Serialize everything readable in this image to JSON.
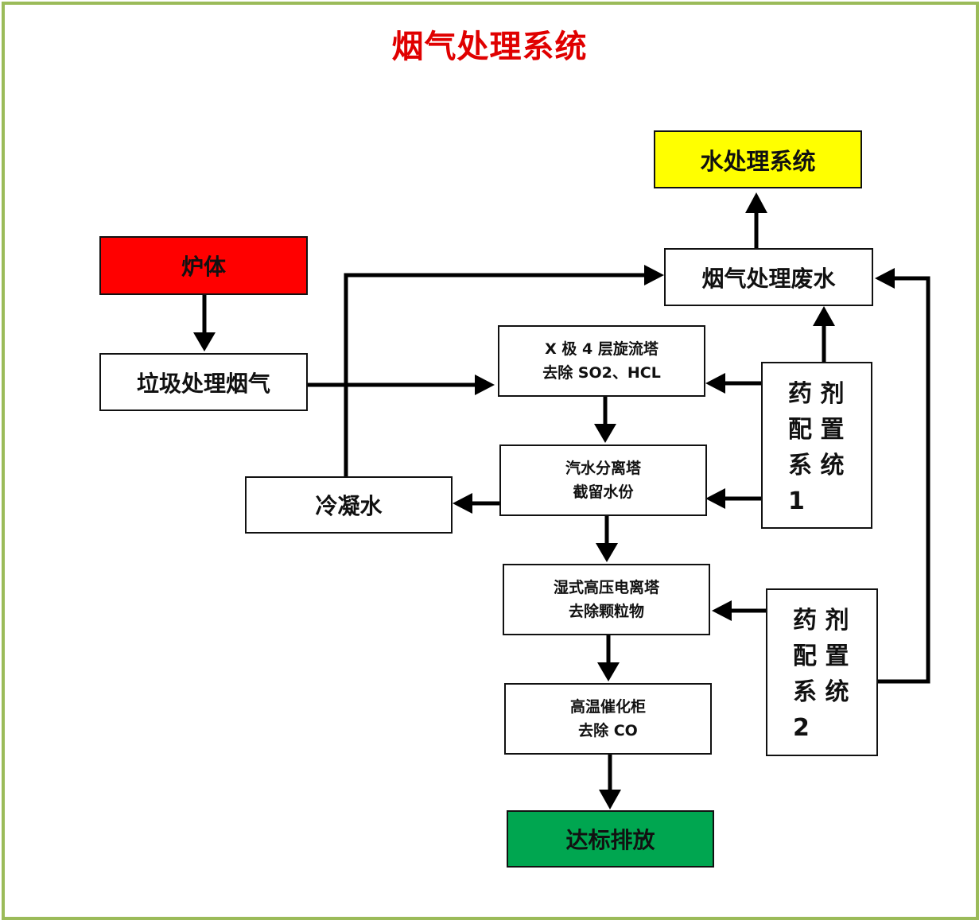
{
  "title": "烟气处理系统",
  "colors": {
    "title": "#e00000",
    "furnace": "#ff0000",
    "water": "#ffff00",
    "discharge": "#00a650",
    "frame": "#9bbb59"
  },
  "nodes": {
    "water_treatment": "水处理系统",
    "furnace": "炉体",
    "flue_wastewater": "烟气处理废水",
    "garbage_flue_gas": "垃圾处理烟气",
    "cyclone_tower": "X 极 4 层旋流塔\n去除 SO2、HCL",
    "separator_tower": "汽水分离塔\n截留水份",
    "condensate": "冷凝水",
    "wet_esp": "湿式高压电离塔\n去除颗粒物",
    "catalyst_cabinet": "高温催化柜\n去除 CO",
    "discharge": "达标排放",
    "dosing_1": "药 剂\n配 置\n系 统\n1",
    "dosing_2": "药 剂\n配 置\n系 统\n2"
  }
}
